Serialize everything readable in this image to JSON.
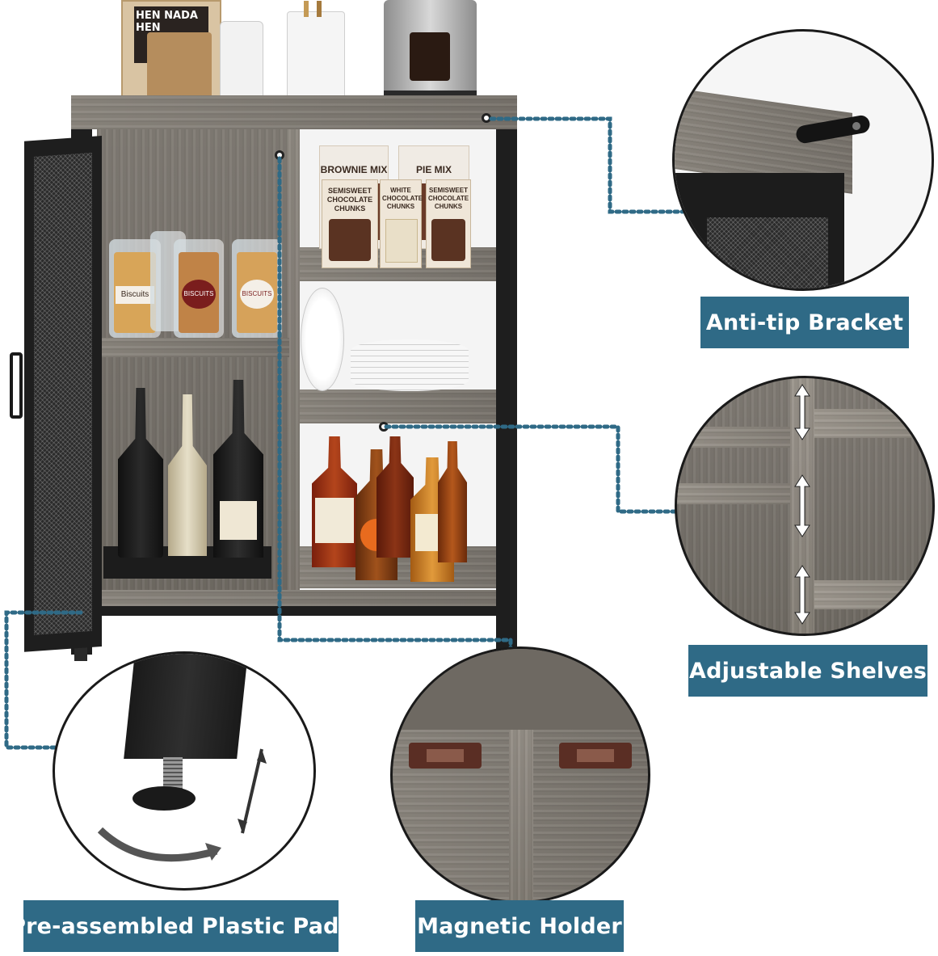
{
  "labels": {
    "anti_tip": "Anti-tip Bracket",
    "adjustable": "Adjustable Shelves",
    "pads": "Pre-assembled Plastic Pads",
    "magnetic": "Magnetic Holder"
  },
  "products": {
    "brownie_box": "BROWNIE MIX",
    "pie_box": "PIE MIX",
    "chunks_1": "SEMISWEET CHOCOLATE CHUNKS",
    "chunks_2": "WHITE CHOCOLATE CHUNKS",
    "chunks_3": "SEMISWEET CHOCOLATE CHUNKS",
    "jar_1": "Biscuits",
    "jar_2": "BISCUITS",
    "jar_3": "BISCUITS",
    "book": "HEN NADA HEN"
  },
  "colors": {
    "label_bg": "#2f6a86",
    "label_text": "#ffffff",
    "leader_line": "#2f6a86",
    "wood": "#7a756e",
    "metal": "#1e1e1e"
  },
  "icons": {
    "callout_dot": "callout-dot-icon",
    "vertical_arrow": "double-arrow-icon",
    "rotate_arrow": "rotate-arrow-icon"
  }
}
